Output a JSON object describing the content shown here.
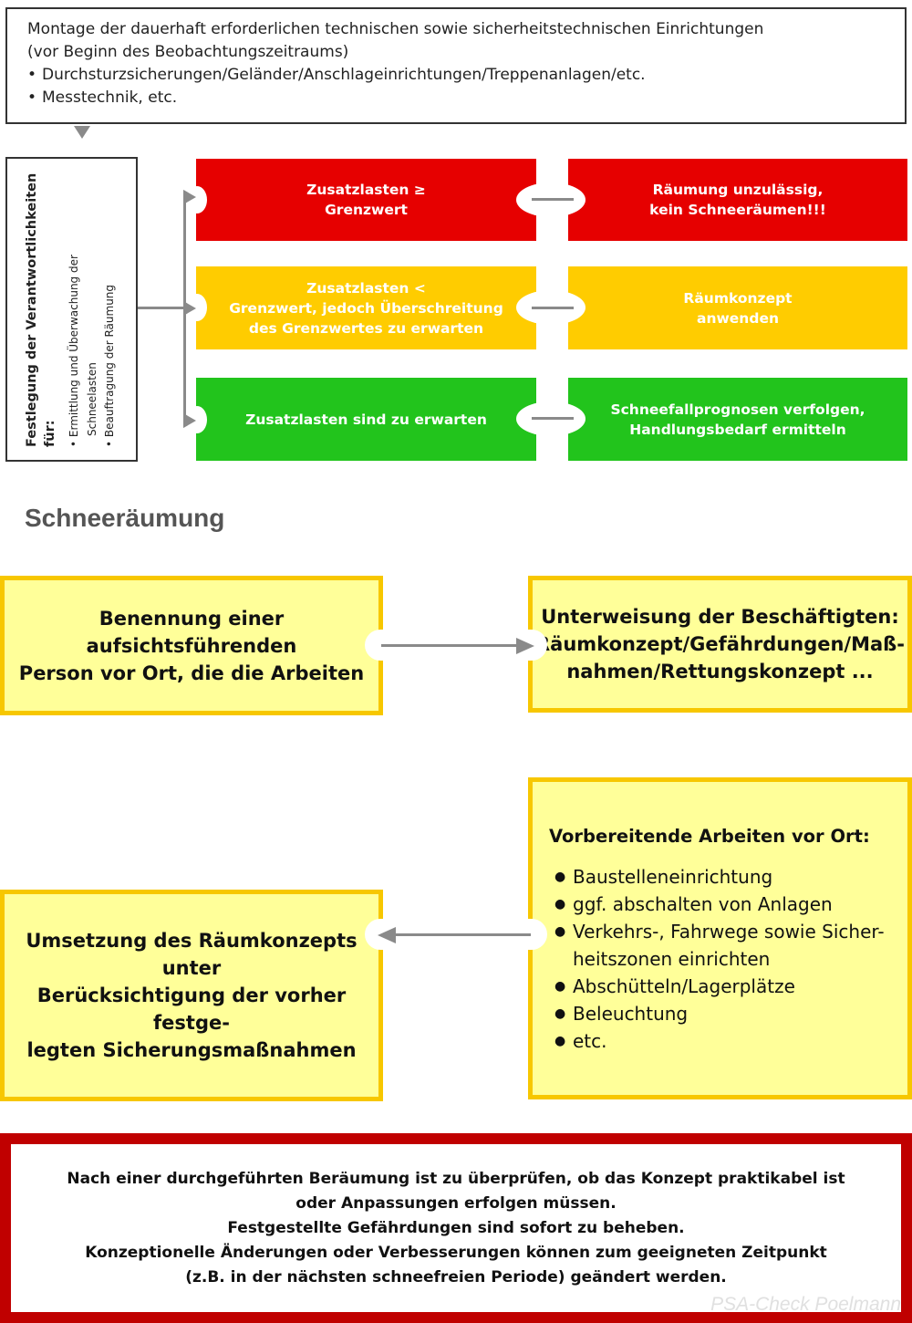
{
  "top_box": {
    "line1": "Montage der dauerhaft erforderlichen technischen sowie sicherheitstechnischen Einrichtungen",
    "line2": "(vor Beginn des Beobachtungszeitraums)",
    "bullets": [
      "Durchsturzsicherungen/Geländer/Anschlageinrichtungen/Treppenanlagen/etc.",
      "Messtechnik, etc."
    ]
  },
  "responsibility": {
    "title": "Festlegung der Verantwortlichkeiten",
    "fuer": "für:",
    "bullet1_line1": "• Ermittlung und Überwachung der",
    "bullet1_line2": "Schneelasten",
    "bullet2": "• Beauftragung der Räumung"
  },
  "status_rows": [
    {
      "condition": "Zusatzlasten ≥\nGrenzwert",
      "action": "Räumung unzulässig,\nkein Schneeräumen!!!",
      "color": "#e60000"
    },
    {
      "condition": "Zusatzlasten <\nGrenzwert, jedoch Überschreitung\ndes Grenzwertes zu erwarten",
      "action": "Räumkonzept\nanwenden",
      "color": "#ffcc00"
    },
    {
      "condition": "Zusatzlasten sind zu erwarten",
      "action": "Schneefallprognosen verfolgen,\nHandlungsbedarf ermitteln",
      "color": "#22c41c"
    }
  ],
  "section_title": "Schneeräumung",
  "flow": {
    "supervisor": "Benennung einer\naufsichtsführenden\nPerson vor Ort, die die Arbeiten",
    "instruction": "Unterweisung der Beschäftigten:\nRäumkonzept/Gefährdungen/Maß-\nnahmen/Rettungskonzept ...",
    "preparation_title": "Vorbereitende Arbeiten vor Ort:",
    "preparation_items": [
      "Baustelleneinrichtung",
      "ggf. abschalten von Anlagen",
      "Verkehrs-, Fahrwege sowie Sicher-\nheitszonen einrichten",
      "Abschütteln/Lagerplätze",
      "Beleuchtung",
      "etc."
    ],
    "implementation": "Umsetzung des Räumkonzepts unter\nBerücksichtigung der vorher festge-\nlegten Sicherungsmaßnahmen"
  },
  "final_note": "Nach einer durchgeführten Beräumung ist zu überprüfen, ob das Konzept praktikabel ist\noder Anpassungen erfolgen müssen.\nFestgestellte Gefährdungen sind sofort zu beheben.\nKonzeptionelle Änderungen oder Verbesserungen können zum geeigneten Zeitpunkt\n(z.B. in der nächsten schneefreien Periode) geändert werden.",
  "watermark": "PSA-Check Poelmann",
  "colors": {
    "red": "#e60000",
    "amber": "#ffcc00",
    "green": "#22c41c",
    "yellow_fill": "#ffff99",
    "yellow_border": "#f7c700",
    "final_border": "#c00000",
    "connector": "#8a8a8a"
  }
}
